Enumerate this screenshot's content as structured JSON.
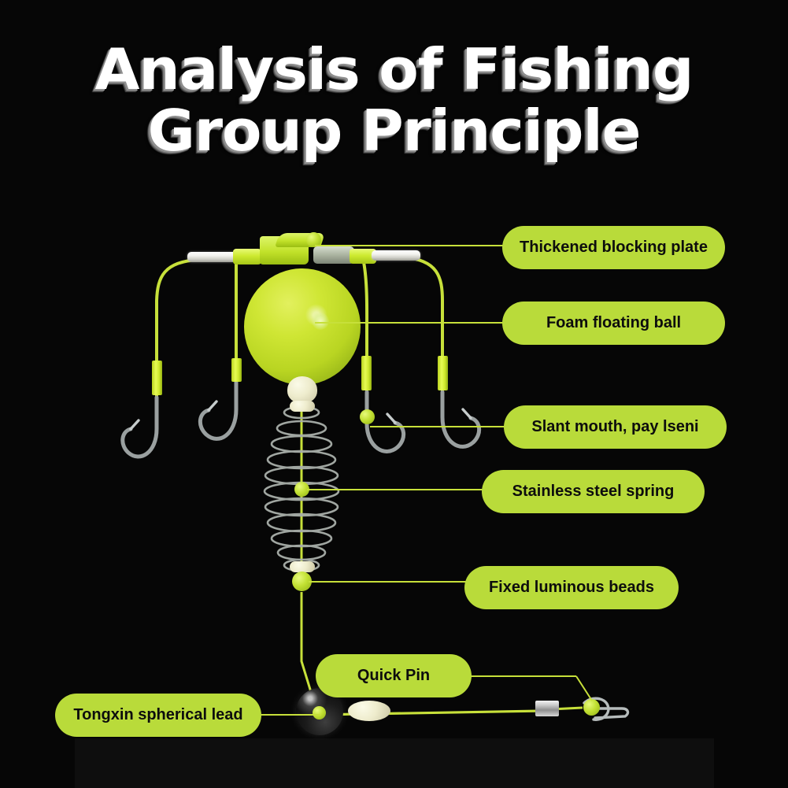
{
  "page": {
    "background_color": "#060606",
    "accent_color": "#b9db3a",
    "line_color": "#c7e03a",
    "text_color": "#0d0d0d"
  },
  "title": {
    "line1": "Analysis of Fishing",
    "line2": "Group Principle",
    "color": "#ffffff"
  },
  "callouts": [
    {
      "id": "thickened-blocking-plate",
      "label": "Thickened blocking plate"
    },
    {
      "id": "foam-floating-ball",
      "label": "Foam floating ball"
    },
    {
      "id": "slant-mouth-pay-iseni",
      "label": "Slant mouth, pay lseni"
    },
    {
      "id": "stainless-steel-spring",
      "label": "Stainless steel spring"
    },
    {
      "id": "fixed-luminous-beads",
      "label": "Fixed luminous beads"
    },
    {
      "id": "quick-pin",
      "label": "Quick Pin"
    },
    {
      "id": "tongxin-spherical-lead",
      "label": "Tongxin spherical lead"
    }
  ],
  "diagram": {
    "name": "explosion-fishing-rig",
    "parts": [
      "thickened-blocking-plate",
      "foam-floating-ball",
      "slant-mouth-hook",
      "stainless-steel-spring",
      "fixed-luminous-bead",
      "tongxin-spherical-lead",
      "cream-oval-bead",
      "barrel-swivel",
      "quick-pin-snap"
    ],
    "hook_count": 4,
    "blocking_plate_count": 2
  }
}
